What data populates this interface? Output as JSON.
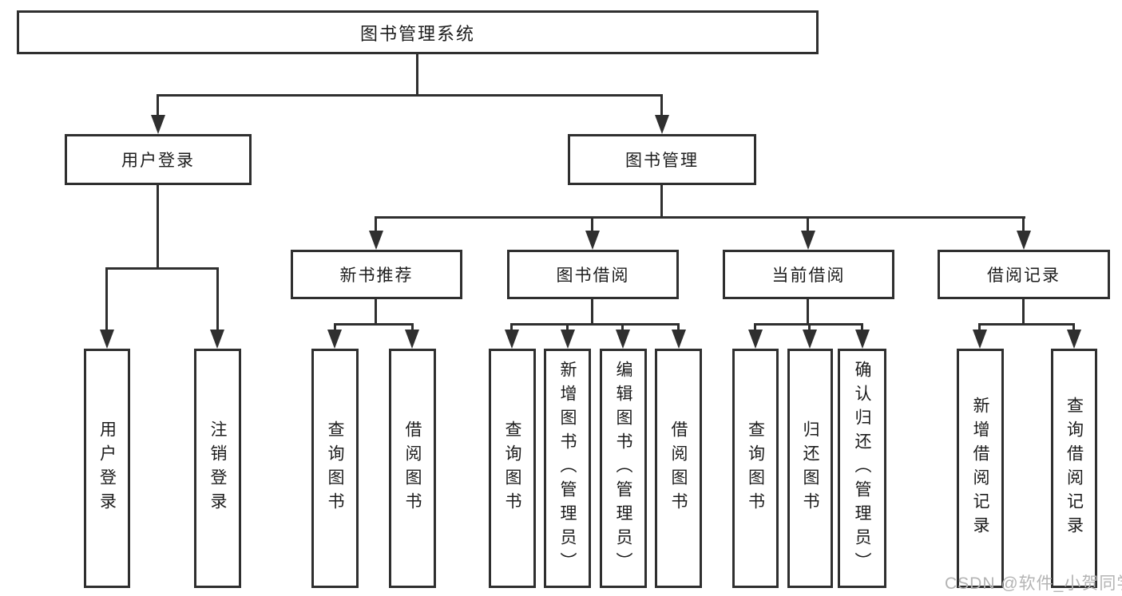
{
  "colors": {
    "line": "#2f2f2f",
    "text": "#1c1c1c",
    "watermark": "#b4b4b4",
    "background": "#ffffff"
  },
  "watermark": {
    "text": "CSDN @软件_小贺同学"
  },
  "tree": {
    "root": {
      "label": "图书管理系统"
    },
    "branches": [
      {
        "label": "用户登录",
        "children": [
          {
            "label": "用户登录"
          },
          {
            "label": "注销登录"
          }
        ]
      },
      {
        "label": "图书管理",
        "children": [
          {
            "label": "新书推荐",
            "children": [
              {
                "label": "查询图书"
              },
              {
                "label": "借阅图书"
              }
            ]
          },
          {
            "label": "图书借阅",
            "children": [
              {
                "label": "查询图书"
              },
              {
                "label": "新增图书（管理员）"
              },
              {
                "label": "编辑图书（管理员）"
              },
              {
                "label": "借阅图书"
              }
            ]
          },
          {
            "label": "当前借阅",
            "children": [
              {
                "label": "查询图书"
              },
              {
                "label": "归还图书"
              },
              {
                "label": "确认归还（管理员）"
              }
            ]
          },
          {
            "label": "借阅记录",
            "children": [
              {
                "label": "新增借阅记录"
              },
              {
                "label": "查询借阅记录"
              }
            ]
          }
        ]
      }
    ]
  }
}
